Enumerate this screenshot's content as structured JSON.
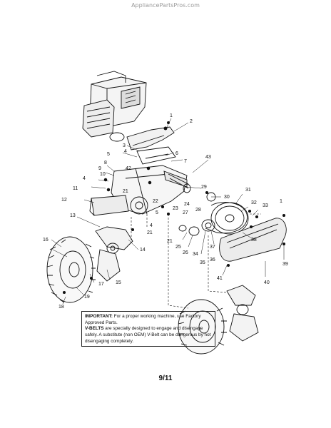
{
  "watermark": "AppliancePartsPros.com",
  "notice": {
    "important_label": "IMPORTANT:",
    "important_text": " For a proper working machine, use Factory Approved Parts.",
    "vbelts_label": "V-BELTS",
    "vbelts_text": " are specially designed to engage and disengage safely. A substitute (non OEM) V-Belt can be dangerous by not disengaging completely."
  },
  "page_number": "9/11",
  "callouts": [
    "1",
    "2",
    "3",
    "4",
    "5",
    "6",
    "7",
    "8",
    "9",
    "10",
    "11",
    "12",
    "13",
    "14",
    "15",
    "16",
    "17",
    "18",
    "19",
    "21",
    "22",
    "23",
    "24",
    "25",
    "26",
    "27",
    "28",
    "29",
    "30",
    "31",
    "32",
    "33",
    "34",
    "35",
    "36",
    "37",
    "38",
    "39",
    "40",
    "41",
    "42",
    "43",
    "4",
    "5",
    "21",
    "21",
    "4",
    "1"
  ]
}
